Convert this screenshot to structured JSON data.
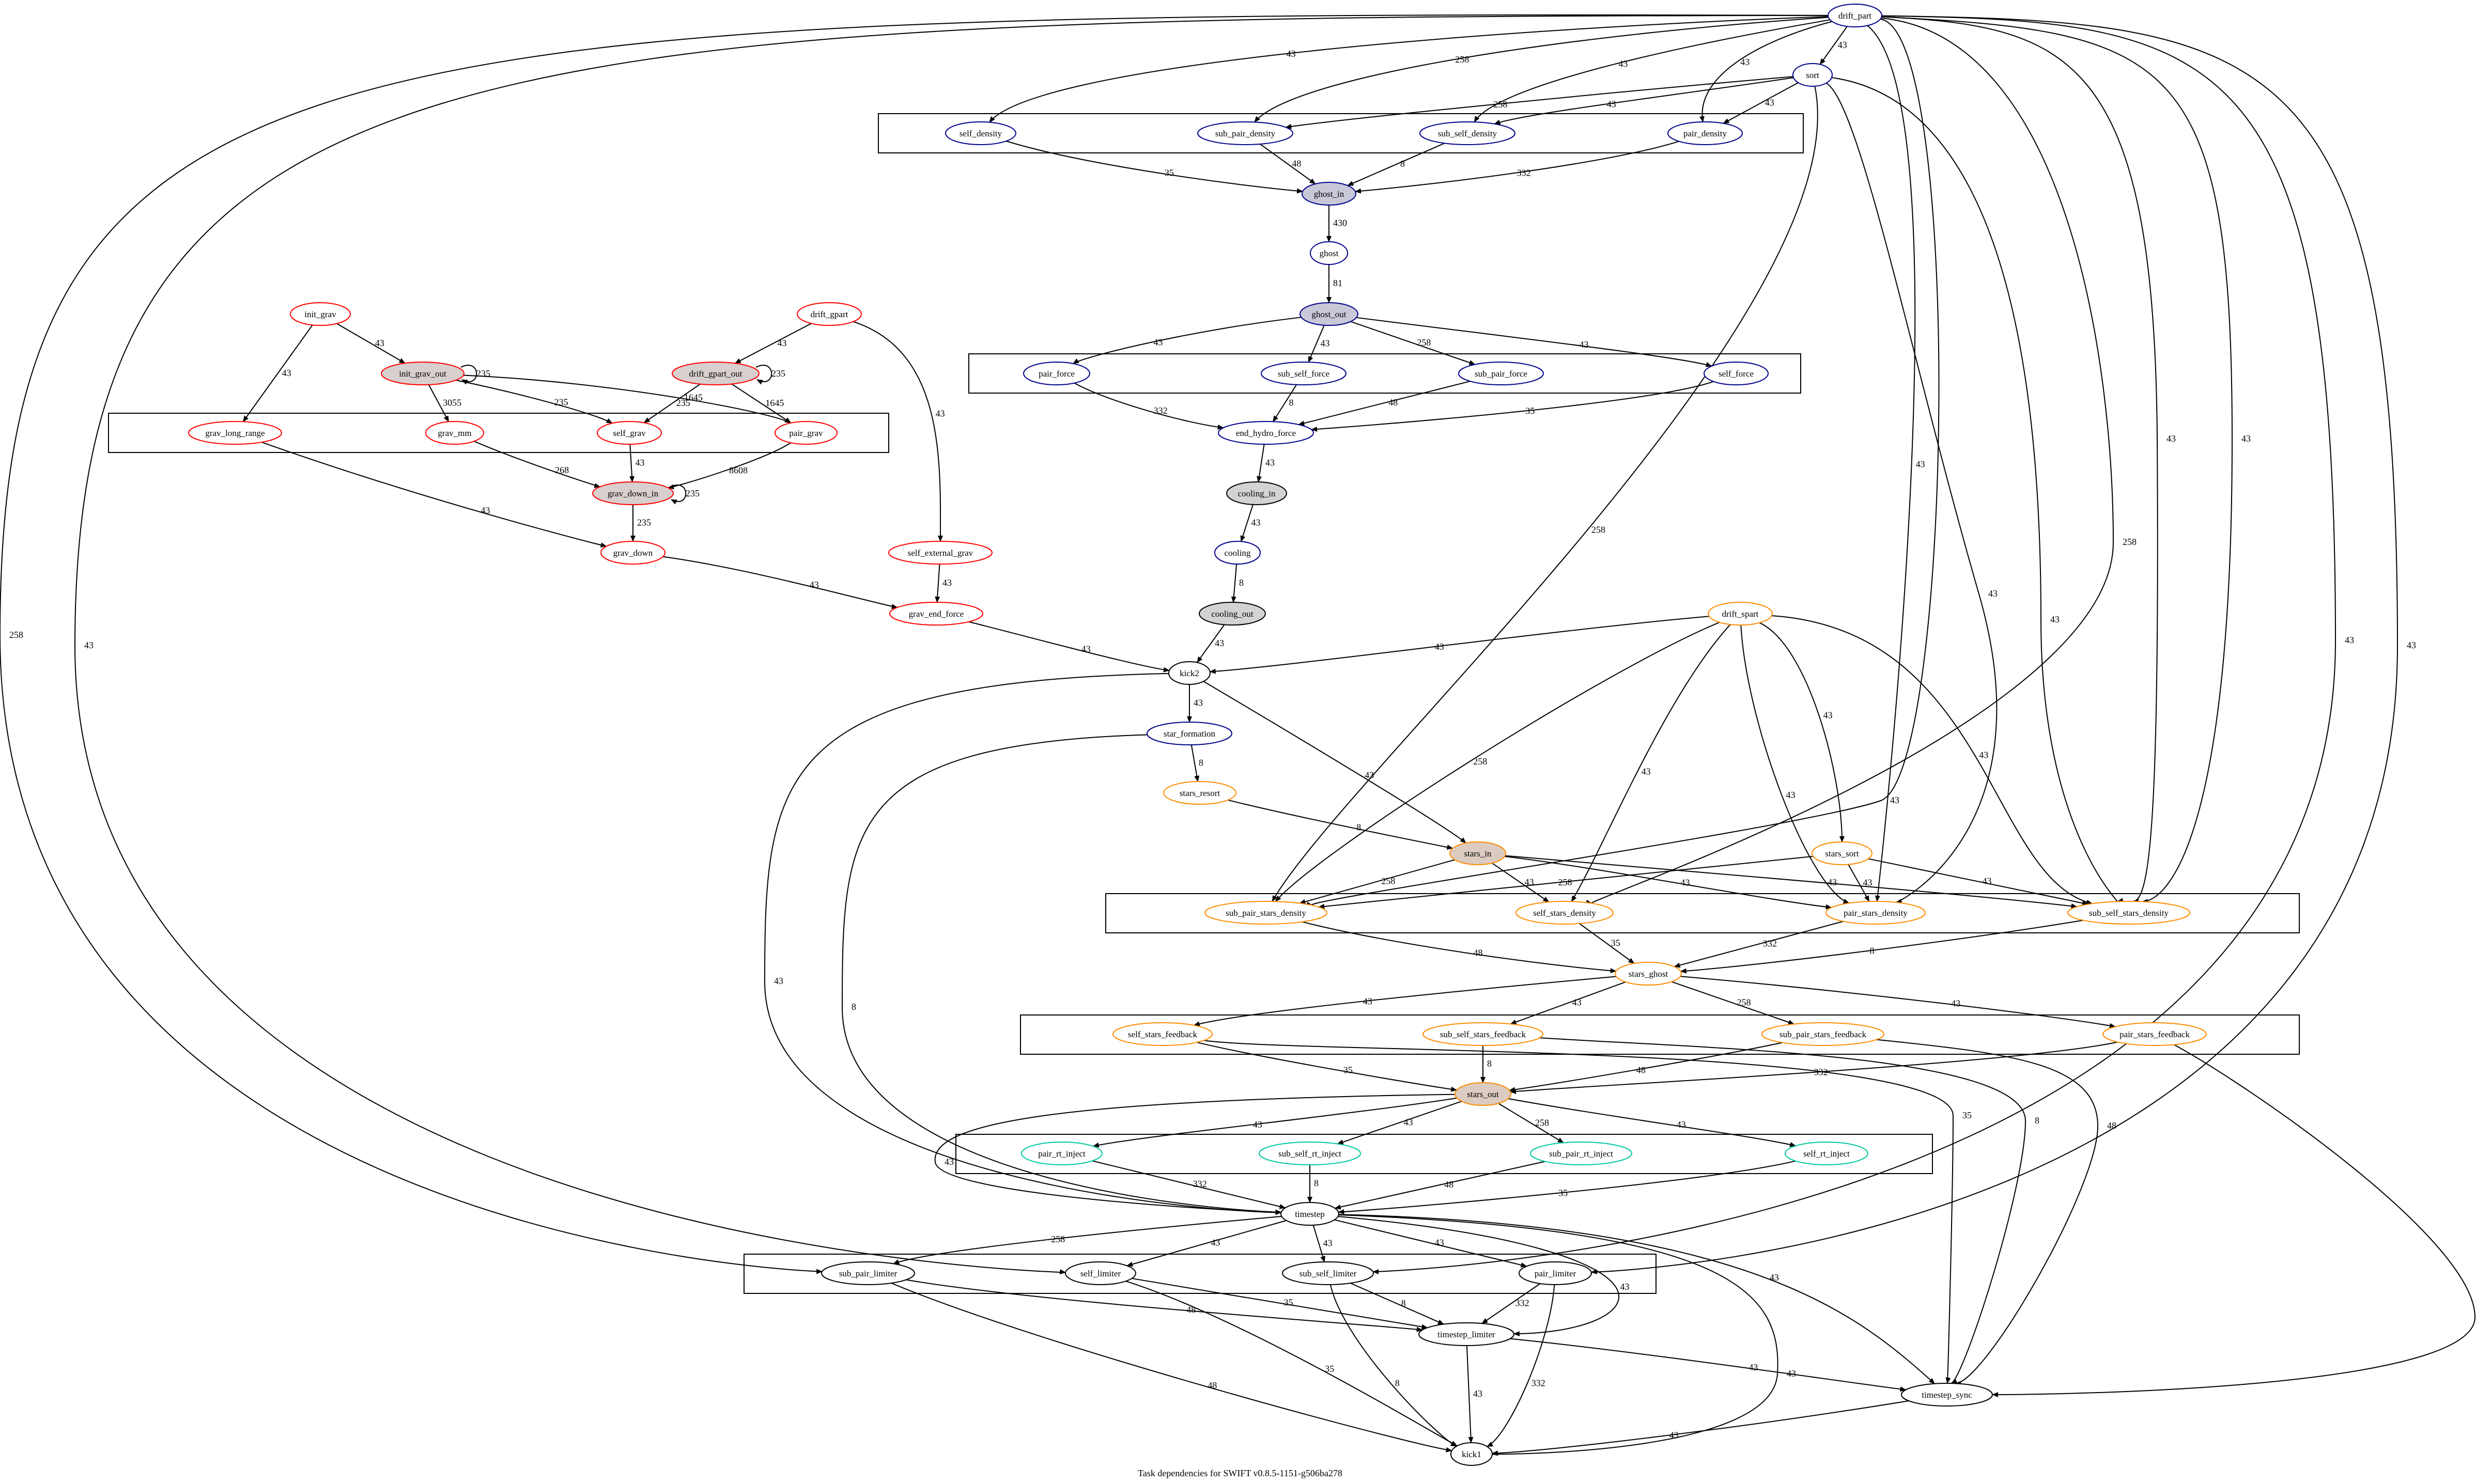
{
  "caption": "Task dependencies for SWIFT v0.8.5-1151-g506ba278",
  "colors": {
    "hydro": "#00008b",
    "gravity": "#ff0000",
    "stars": "#ff8c00",
    "rt": "#00c8a0",
    "plain": "#000000",
    "fill_grey": "#d3d3d3",
    "fill_rose": "#d8cfcf",
    "fill_peach": "#dccbc0",
    "fill_navy": "#c8c8d8"
  },
  "nodes": {
    "drift_part": "drift_part",
    "sort": "sort",
    "self_density": "self_density",
    "sub_pair_density": "sub_pair_density",
    "sub_self_density": "sub_self_density",
    "pair_density": "pair_density",
    "ghost_in": "ghost_in",
    "ghost": "ghost",
    "ghost_out": "ghost_out",
    "pair_force": "pair_force",
    "sub_self_force": "sub_self_force",
    "sub_pair_force": "sub_pair_force",
    "self_force": "self_force",
    "end_hydro_force": "end_hydro_force",
    "cooling_in": "cooling_in",
    "cooling": "cooling",
    "cooling_out": "cooling_out",
    "kick2": "kick2",
    "star_formation": "star_formation",
    "stars_resort": "stars_resort",
    "stars_in": "stars_in",
    "drift_spart": "drift_spart",
    "stars_sort": "stars_sort",
    "sub_pair_stars_density": "sub_pair_stars_density",
    "self_stars_density": "self_stars_density",
    "pair_stars_density": "pair_stars_density",
    "sub_self_stars_density": "sub_self_stars_density",
    "stars_ghost": "stars_ghost",
    "self_stars_feedback": "self_stars_feedback",
    "sub_self_stars_feedback": "sub_self_stars_feedback",
    "sub_pair_stars_feedback": "sub_pair_stars_feedback",
    "pair_stars_feedback": "pair_stars_feedback",
    "stars_out": "stars_out",
    "pair_rt_inject": "pair_rt_inject",
    "sub_self_rt_inject": "sub_self_rt_inject",
    "sub_pair_rt_inject": "sub_pair_rt_inject",
    "self_rt_inject": "self_rt_inject",
    "timestep": "timestep",
    "sub_pair_limiter": "sub_pair_limiter",
    "self_limiter": "self_limiter",
    "sub_self_limiter": "sub_self_limiter",
    "pair_limiter": "pair_limiter",
    "timestep_limiter": "timestep_limiter",
    "timestep_sync": "timestep_sync",
    "kick1": "kick1",
    "init_grav": "init_grav",
    "drift_gpart": "drift_gpart",
    "init_grav_out": "init_grav_out",
    "drift_gpart_out": "drift_gpart_out",
    "grav_long_range": "grav_long_range",
    "grav_mm": "grav_mm",
    "self_grav": "self_grav",
    "pair_grav": "pair_grav",
    "grav_down_in": "grav_down_in",
    "grav_down": "grav_down",
    "self_external_grav": "self_external_grav",
    "grav_end_force": "grav_end_force"
  },
  "edge_labels": {
    "dp_selfdens": "43",
    "dp_subpairdens": "258",
    "dp_subselfdens": "43",
    "dp_pairdens": "43",
    "dp_sort": "43",
    "sort_subpairdens": "258",
    "sort_subselfdens": "43",
    "sort_pairdens": "43",
    "selfdens_ghostin": "35",
    "subpairdens_ghostin": "48",
    "subselfdens_ghostin": "8",
    "pairdens_ghostin": "332",
    "ghostin_ghost": "430",
    "ghost_ghostout": "81",
    "go_pairforce": "43",
    "go_subselfforce": "43",
    "go_subpairforce": "258",
    "go_selfforce": "43",
    "pairforce_end": "332",
    "subselfforce_end": "8",
    "subpairforce_end": "48",
    "selfforce_end": "35",
    "end_coolingin": "43",
    "coolingin_cooling": "43",
    "cooling_coolingout": "8",
    "coolingout_kick2": "43",
    "kick2_starformation": "43",
    "starformation_resort": "8",
    "resort_starsin": "8",
    "kick2_starsin": "43",
    "kick2_timestep": "43",
    "starformation_timestep": "8",
    "gef_kick2": "43",
    "ds_kick2": "43",
    "sort_subpairstars": "258",
    "dp_pairstars_sort": "43",
    "dp_subselfstars": "43",
    "dp_subpairstars": "43",
    "dp_subselfstars2": "43",
    "dp_timestep_sync": "43",
    "ds_subpairstars": "258",
    "ds_selfstars": "43",
    "ds_pairstars": "43",
    "ds_starssort": "43",
    "ds_subselfstars": "43",
    "starssort_subpairstars": "258",
    "starssort_pairstars": "43",
    "starssort_subselfstars": "43",
    "starsin_subpairstars": "258",
    "starsin_selfstars": "43",
    "starsin_pairstars": "43",
    "starsin_subselfstars": "43",
    "subpairstars_ghost": "48",
    "selfstars_ghost": "35",
    "pairstars_ghost": "332",
    "subselfstars_ghost": "8",
    "sg_selffb": "43",
    "sg_subselffb": "43",
    "sg_subpairfb": "258",
    "sg_pairfb": "43",
    "selffb_out": "35",
    "subselffb_out": "8",
    "subpairfb_out": "48",
    "pairfb_out": "332",
    "selffb_sync": "35",
    "subselffb_sync": "8",
    "subpairfb_sync": "48",
    "pairfb_sync": "332",
    "so_pairrt": "43",
    "so_subselfrt": "43",
    "so_subpairrt": "258",
    "so_selfrt": "43",
    "so_timestep": "43",
    "pairrt_ts": "332",
    "subselfrt_ts": "8",
    "subpairrt_ts": "48",
    "selfrt_ts": "35",
    "ts_subpairlim": "258",
    "ts_selflim": "43",
    "ts_subselflim": "43",
    "ts_pairlim": "43",
    "ts_tslim": "43",
    "ts_kick1": "43",
    "ts_sync": "43",
    "subpairlim_tslim": "48",
    "selflim_tslim": "35",
    "subselflim_tslim": "8",
    "pairlim_tslim": "332",
    "subpairlim_kick1": "48",
    "selflim_kick1": "35",
    "subselflim_kick1": "8",
    "pairlim_kick1": "332",
    "tslim_kick1": "43",
    "tslim_sync": "43",
    "sync_kick1": "43",
    "dp_subpairlim": "258",
    "dp_selflim": "43",
    "dp_subselflim": "43",
    "dp_pairlim": "43",
    "initgrav_initout": "43",
    "initgrav_longrange": "43",
    "initout_self": "235",
    "initout_mm": "3055",
    "initout_pair": "1645",
    "initout_loop": "235",
    "dg_dgout": "43",
    "dg_external": "43",
    "dgout_self": "235",
    "dgout_pair": "1645",
    "dgout_loop": "235",
    "mm_downin": "268",
    "self_downin": "43",
    "pair_downin": "8608",
    "downin_loop": "235",
    "downin_down": "235",
    "longrange_down": "43",
    "down_gef": "43",
    "external_gef": "43",
    "dp_sync_right": "43",
    "dp_far_left": "258"
  }
}
